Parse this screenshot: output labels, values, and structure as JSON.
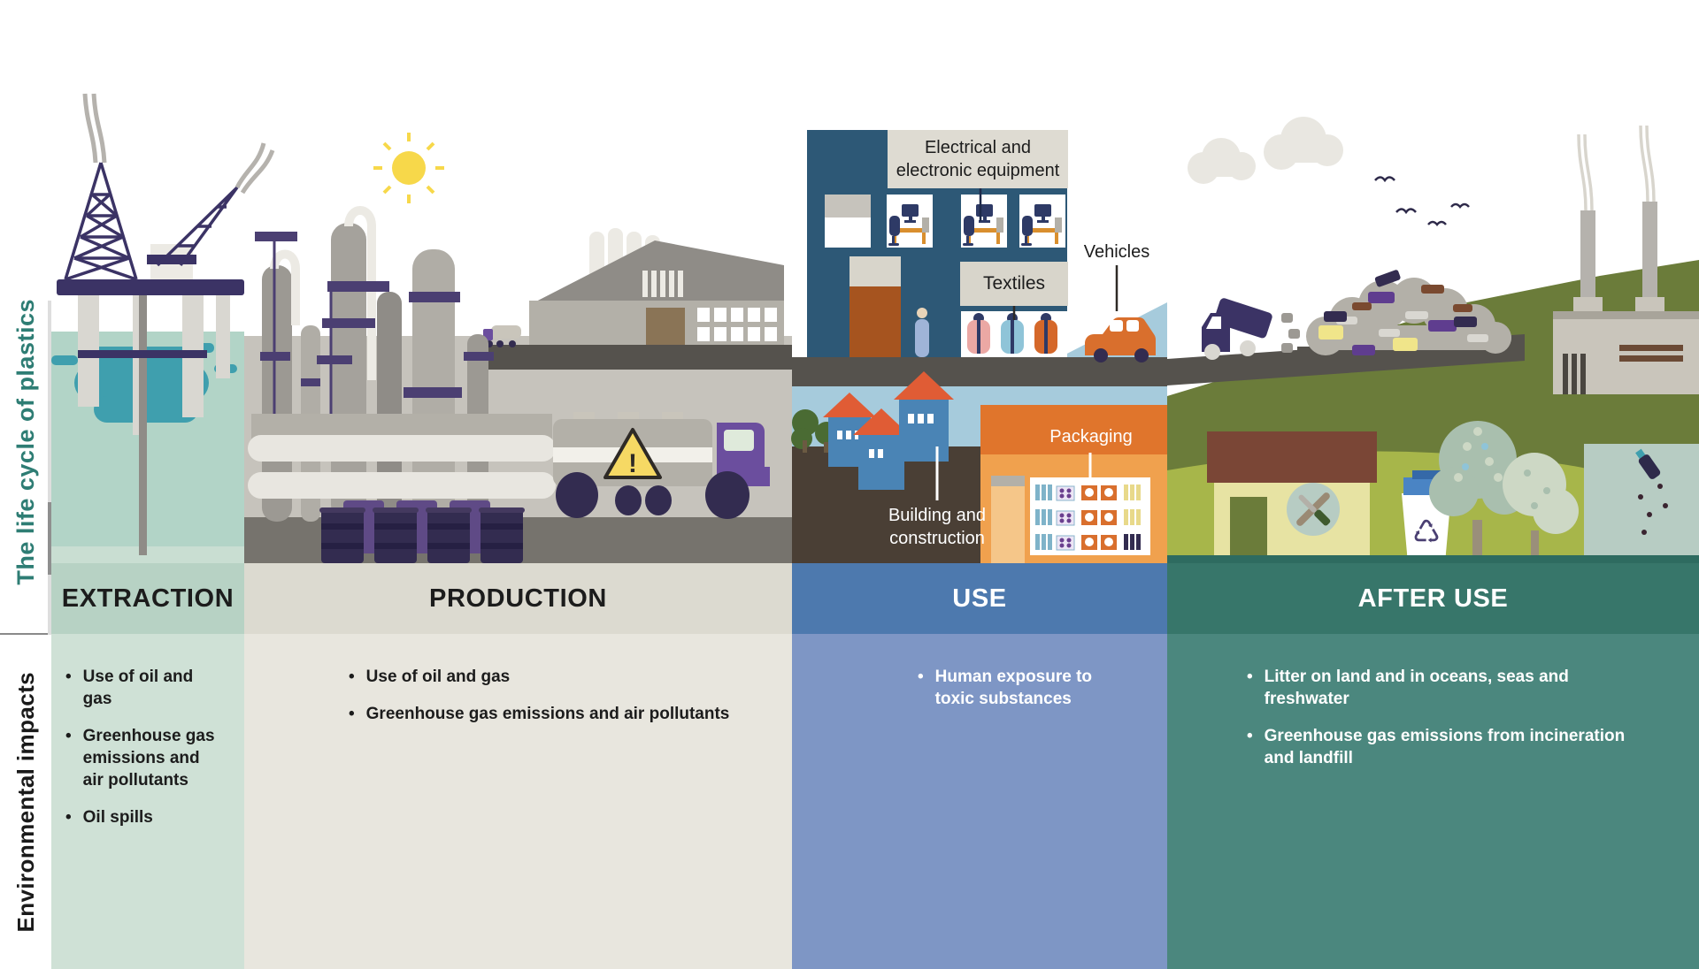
{
  "sidebar": {
    "lifecycle_label": "The life cycle of plastics",
    "impacts_label": "Environmental impacts"
  },
  "stages": [
    {
      "name": "EXTRACTION",
      "impacts": [
        "Use of oil and gas",
        "Greenhouse gas emissions and air pollutants",
        "Oil spills"
      ]
    },
    {
      "name": "PRODUCTION",
      "impacts": [
        "Use of oil and gas",
        "Greenhouse gas emissions and air pollutants"
      ]
    },
    {
      "name": "USE",
      "impacts": [
        "Human exposure to toxic substances"
      ]
    },
    {
      "name": "AFTER USE",
      "impacts": [
        "Litter on land and in oceans, seas and freshwater",
        "Greenhouse gas emissions from incineration and landfill"
      ]
    }
  ],
  "scene_labels": {
    "electrical": "Electrical and electronic equipment",
    "textiles": "Textiles",
    "vehicles": "Vehicles",
    "packaging": "Packaging",
    "building_construction": "Building and construction"
  },
  "colors": {
    "lifecycle_text": "#2e7d74",
    "impacts_text": "#1a1a1a",
    "extraction_header": "#b7d2c4",
    "extraction_panel": "#cfe1d6",
    "production_header": "#dcdad0",
    "production_panel": "#e8e6de",
    "use_header": "#4d79ae",
    "use_panel": "#7e96c5",
    "after_use_header": "#37766a",
    "after_use_panel": "#4b877e",
    "water_teal": "#3f9fae",
    "rig_navy": "#3b3365",
    "warning_yellow": "#f6d964",
    "store_orange": "#e0752c"
  }
}
